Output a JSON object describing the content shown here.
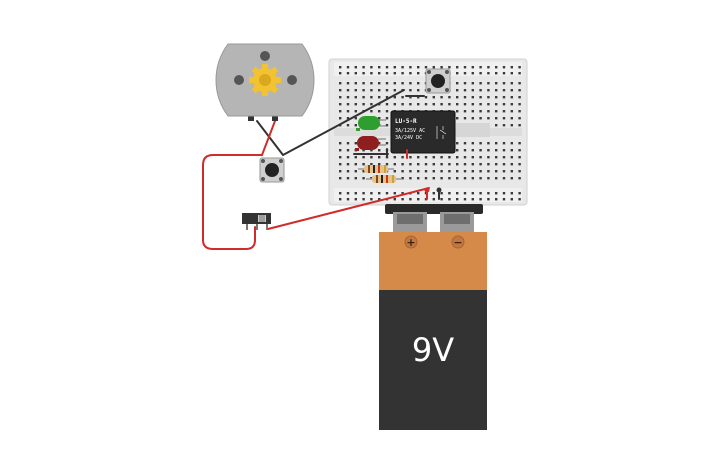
{
  "relay": {
    "model": "LU-5-R",
    "rating_ac": "3A/125V AC",
    "rating_dc": "3A/24V DC"
  },
  "battery": {
    "label": "9V",
    "positive_symbol": "+",
    "negative_symbol": "−"
  },
  "colors": {
    "wire_red": "#d12b2b",
    "wire_black": "#333333",
    "breadboard": "#e8e8e8",
    "battery_top": "#d68a4a",
    "battery_body": "#333333",
    "motor_body": "#b5b5b5",
    "motor_gear": "#f2c230",
    "led_green": "#2e9e2e",
    "led_red": "#8f1f1f"
  }
}
